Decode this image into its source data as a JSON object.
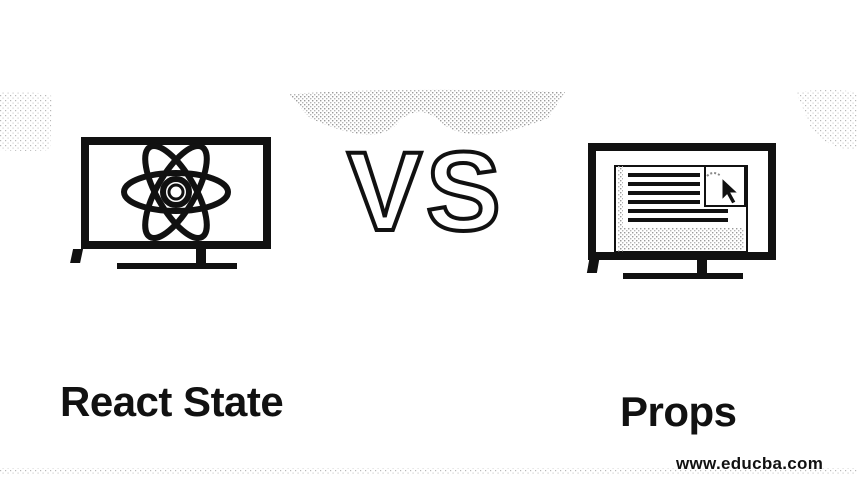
{
  "left_label": "React State",
  "vs_text": "VS",
  "right_label": "Props",
  "website": "www.educba.com",
  "icons": {
    "left_monitor": "react-logo-monitor-icon",
    "right_monitor": "document-cursor-monitor-icon"
  },
  "colors": {
    "ink": "#111111",
    "background": "#ffffff",
    "dither": "#bdbdbd"
  }
}
